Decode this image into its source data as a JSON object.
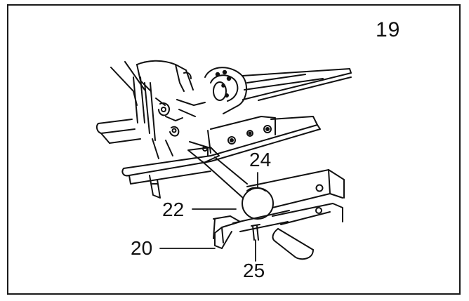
{
  "figure": {
    "number": "19"
  },
  "callouts": {
    "part_20": "20",
    "part_22": "22",
    "part_24": "24",
    "part_25": "25"
  },
  "colors": {
    "line": "#111111",
    "background": "#ffffff"
  }
}
